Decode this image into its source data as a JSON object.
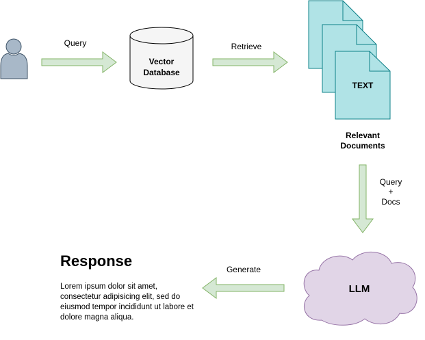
{
  "colors": {
    "arrow_fill": "#d5e8d4",
    "arrow_stroke": "#82b366",
    "doc_fill": "#b0e3e6",
    "doc_stroke": "#0e8088",
    "llm_fill": "#e1d5e7",
    "llm_stroke": "#9673a6",
    "user_fill": "#a8b8c8",
    "user_stroke": "#3d5266",
    "db_fill": "#f5f5f5",
    "db_stroke": "#000000"
  },
  "icons": {
    "user": "user-icon",
    "database": "database-cylinder-icon",
    "documents": "document-stack-icon",
    "llm": "cloud-icon"
  },
  "edges": {
    "query": "Query",
    "retrieve": "Retrieve",
    "query_docs": [
      "Query",
      "+",
      "Docs"
    ],
    "generate": "Generate"
  },
  "nodes": {
    "vector_db": [
      "Vector",
      "Database"
    ],
    "doc_text": "TEXT",
    "relevant_docs": [
      "Relevant",
      "Documents"
    ],
    "llm": "LLM"
  },
  "response": {
    "title": "Response",
    "body": "Lorem ipsum dolor sit amet, consectetur adipisicing elit, sed do eiusmod tempor incididunt ut labore et dolore magna aliqua."
  }
}
